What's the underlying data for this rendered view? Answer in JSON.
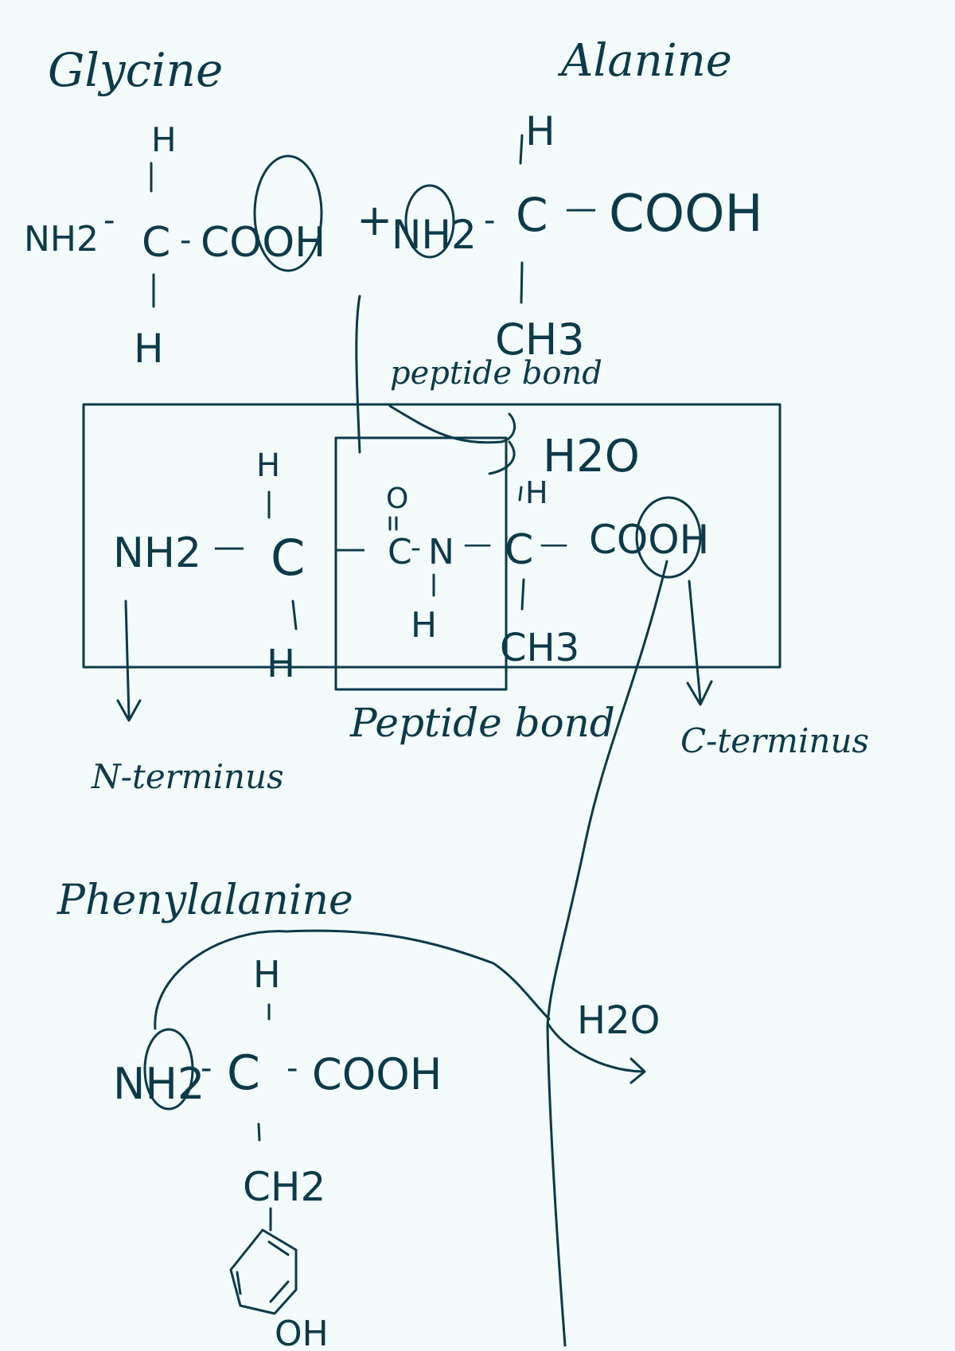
{
  "labels": {
    "glycine": "Glycine",
    "alanine": "Alanine",
    "phenylalanine": "Phenylalanine",
    "peptide_bond_top": "peptide bond",
    "peptide_bond_bottom": "Peptide bond",
    "n_terminus": "N-terminus",
    "c_terminus": "C-terminus",
    "water_1": "H2O",
    "water_2": "H2O"
  },
  "glycine": {
    "top_h": "H",
    "nh2": "NH2",
    "c": "C",
    "cooh": "COOH",
    "bottom_h": "H",
    "dash1": "-",
    "dash2": "-"
  },
  "plus": "+",
  "alanine": {
    "top_h": "H",
    "nh2": "NH2",
    "c": "C",
    "cooh": "COOH",
    "ch3": "CH3",
    "dash1": "-",
    "dash2": "—"
  },
  "dipeptide": {
    "nh2": "NH2",
    "dash1": "—",
    "c1": "C",
    "top_h1": "H",
    "bottom_h1": "H",
    "co": "C",
    "o": "O",
    "n": "N",
    "nh": "H",
    "dash2": "—",
    "dash3": "-",
    "dash4": "—",
    "c2": "C",
    "top_h2": "H",
    "cooh": "COOH",
    "ch3": "CH3",
    "dash5": "—"
  },
  "phenylalanine_struct": {
    "top_h": "H",
    "nh2": "NH2",
    "c": "C",
    "cooh": "COOH",
    "ch2": "CH2",
    "oh": "OH",
    "dash1": "-",
    "dash2": "-"
  },
  "colors": {
    "ink": "#0c3a48",
    "paper": "#f3fbfb"
  }
}
